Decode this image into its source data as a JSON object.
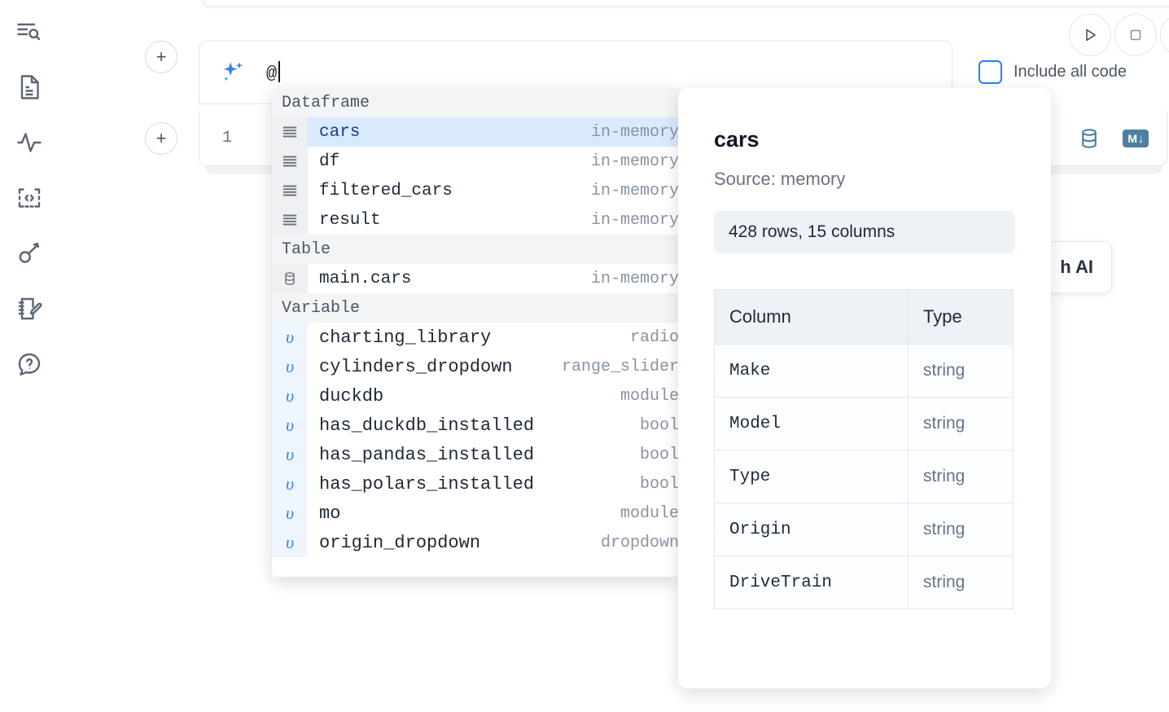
{
  "sidebar": {
    "items": [
      {
        "name": "explore-outline-icon",
        "label": "Outline search"
      },
      {
        "name": "file-document-icon",
        "label": "Files"
      },
      {
        "name": "activity-pulse-icon",
        "label": "Variables activity"
      },
      {
        "name": "code-snippet-icon",
        "label": "Snippets"
      },
      {
        "name": "key-secrets-icon",
        "label": "Secrets"
      },
      {
        "name": "notebook-edit-icon",
        "label": "Scratchpad"
      },
      {
        "name": "help-chat-icon",
        "label": "Help"
      }
    ]
  },
  "toolbar": {
    "run_label": "Run",
    "stop_label": "Stop",
    "include_all_code_label": "Include all code",
    "include_all_code_checked": false,
    "accent_color": "#2b7fff"
  },
  "prompt": {
    "icon": "sparkle-ai-icon",
    "value": "@",
    "add_cell_label": "+"
  },
  "cell": {
    "line_number": "1",
    "database_icon_label": "Add database connection",
    "markdown_badge": "M",
    "markdown_badge_arrow": "↓"
  },
  "ai_card": {
    "label": "h AI"
  },
  "autocomplete": {
    "groups": [
      {
        "label": "Dataframe",
        "items": [
          {
            "icon": "dataframe-icon",
            "name": "cars",
            "type": "in-memory",
            "selected": true
          },
          {
            "icon": "dataframe-icon",
            "name": "df",
            "type": "in-memory",
            "selected": false
          },
          {
            "icon": "dataframe-icon",
            "name": "filtered_cars",
            "type": "in-memory",
            "selected": false
          },
          {
            "icon": "dataframe-icon",
            "name": "result",
            "type": "in-memory",
            "selected": false
          }
        ]
      },
      {
        "label": "Table",
        "items": [
          {
            "icon": "table-database-icon",
            "name": "main.cars",
            "type": "in-memory",
            "selected": false
          }
        ]
      },
      {
        "label": "Variable",
        "items": [
          {
            "icon": "variable-icon",
            "name": "charting_library",
            "type": "radio",
            "selected": false
          },
          {
            "icon": "variable-icon",
            "name": "cylinders_dropdown",
            "type": "range_slider",
            "selected": false
          },
          {
            "icon": "variable-icon",
            "name": "duckdb",
            "type": "module",
            "selected": false
          },
          {
            "icon": "variable-icon",
            "name": "has_duckdb_installed",
            "type": "bool",
            "selected": false
          },
          {
            "icon": "variable-icon",
            "name": "has_pandas_installed",
            "type": "bool",
            "selected": false
          },
          {
            "icon": "variable-icon",
            "name": "has_polars_installed",
            "type": "bool",
            "selected": false
          },
          {
            "icon": "variable-icon",
            "name": "mo",
            "type": "module",
            "selected": false
          },
          {
            "icon": "variable-icon",
            "name": "origin_dropdown",
            "type": "dropdown",
            "selected": false
          }
        ]
      }
    ]
  },
  "info_panel": {
    "title": "cars",
    "source": "Source: memory",
    "shape": "428 rows, 15 columns",
    "headers": {
      "column": "Column",
      "type": "Type"
    },
    "rows": [
      {
        "column": "Make",
        "type": "string"
      },
      {
        "column": "Model",
        "type": "string"
      },
      {
        "column": "Type",
        "type": "string"
      },
      {
        "column": "Origin",
        "type": "string"
      },
      {
        "column": "DriveTrain",
        "type": "string"
      }
    ]
  }
}
